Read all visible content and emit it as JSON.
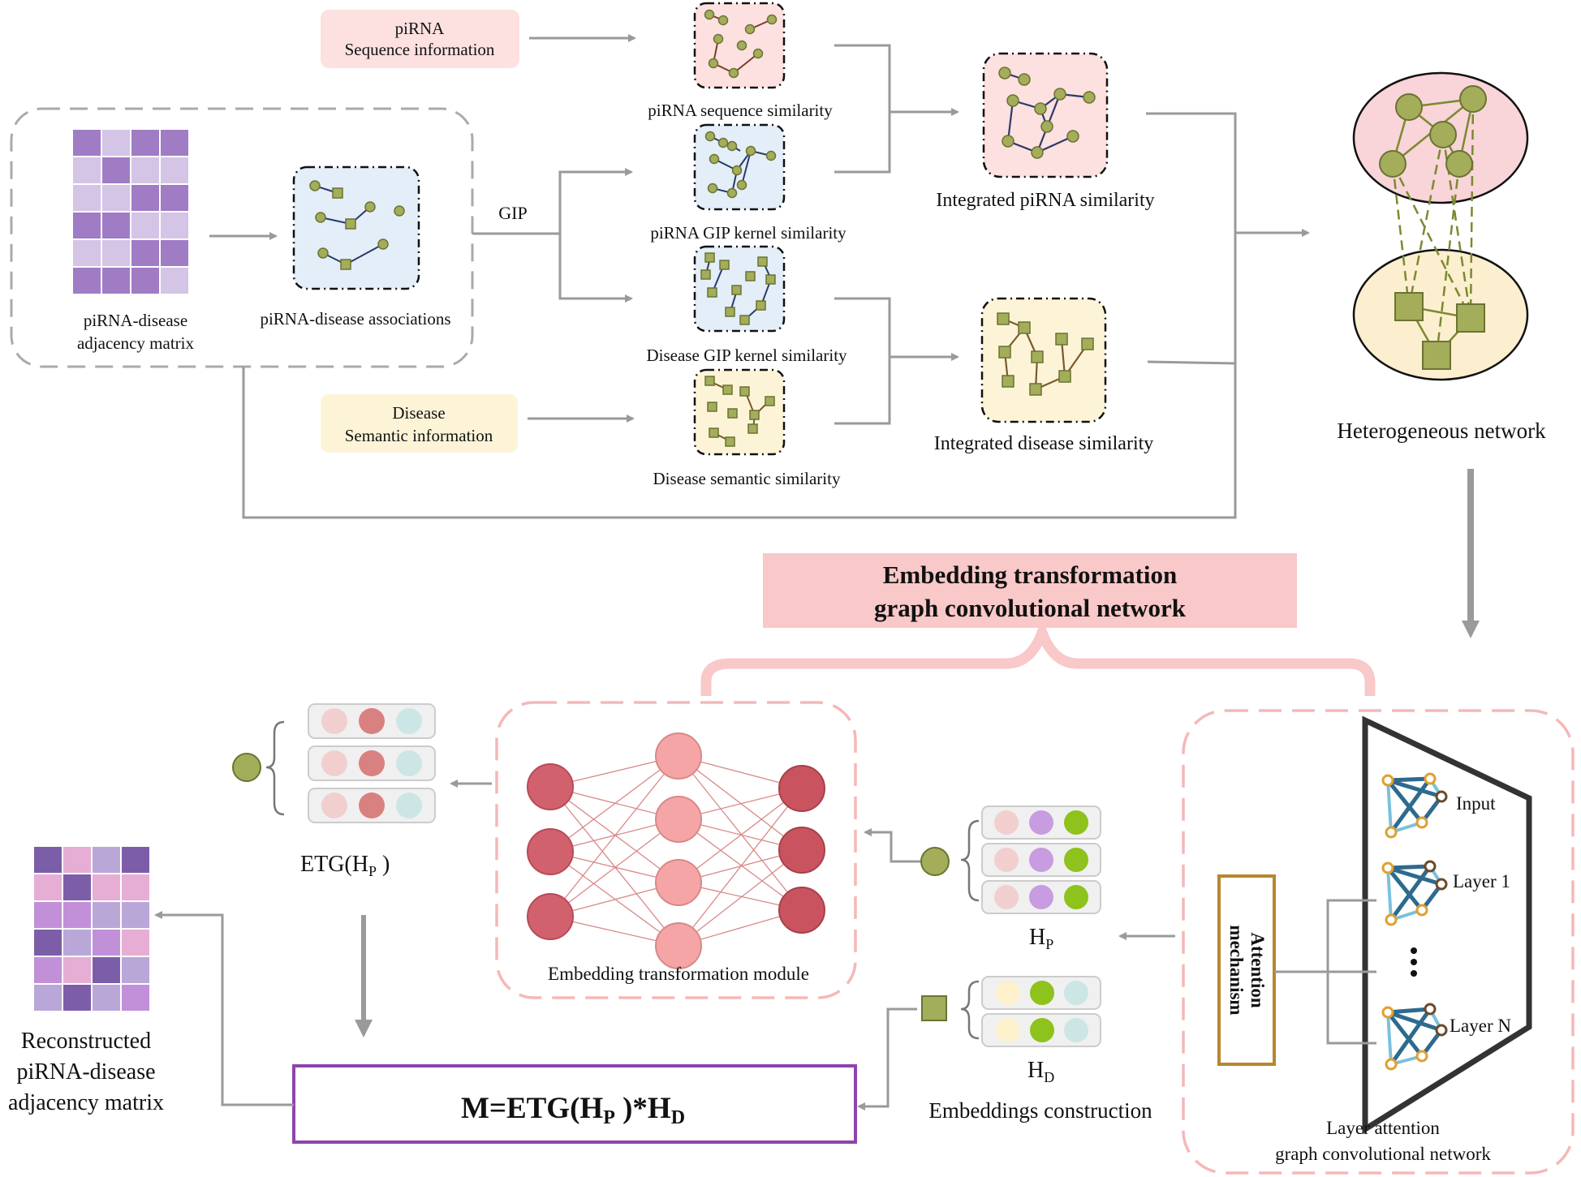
{
  "inputs": {
    "pirna_sequence_box": {
      "line1": "piRNA",
      "line2": "Sequence information"
    },
    "disease_semantic_box": {
      "line1": "Disease",
      "line2": "Semantic information"
    }
  },
  "left_group": {
    "matrix_label_1": "piRNA-disease",
    "matrix_label_2": "adjacency matrix",
    "associations_label": "piRNA-disease associations"
  },
  "gip_label": "GIP",
  "similarities": {
    "pirna_sequence": "piRNA sequence similarity",
    "pirna_gip": "piRNA GIP kernel similarity",
    "disease_gip": "Disease GIP kernel similarity",
    "disease_semantic": "Disease semantic similarity",
    "integrated_pirna": "Integrated piRNA similarity",
    "integrated_disease": "Integrated disease similarity"
  },
  "heterogeneous_network_label": "Heterogeneous network",
  "etgcn_banner": {
    "line1": "Embedding transformation",
    "line2": "graph convolutional network"
  },
  "etm_label": "Embedding transformation module",
  "etg_label": {
    "main": "ETG(H",
    "sub": "P",
    "close": " )"
  },
  "hp_label": {
    "main": "H",
    "sub": "P"
  },
  "hd_label": {
    "main": "H",
    "sub": "D"
  },
  "embeddings_construction_label": "Embeddings construction",
  "formula": {
    "a": "M=ETG(H",
    "sub1": "P",
    "b": " )*H",
    "sub2": "D"
  },
  "reconstructed_label": {
    "line1": "Reconstructed",
    "line2": "piRNA-disease",
    "line3": "adjacency matrix"
  },
  "lagcn": {
    "attention_label_1": "Attention",
    "attention_label_2": "mechanism",
    "layer_input": "Input",
    "layer_1": "Layer 1",
    "dots": "•\n•\n•",
    "layer_n": "Layer N",
    "caption_1": "Layer attention",
    "caption_2": "graph convolutional network"
  },
  "colors": {
    "pink_box": "#fde0e0",
    "blue_box": "#e3eef9",
    "yellow_box": "#fdf4d8",
    "node_green": "#a3ad5a",
    "network_pink": "#f9d4d8",
    "network_yellow": "#fcefcf",
    "banner_pink": "#f9c8c8",
    "formula_border": "#8e44ad",
    "attention_border": "#b8862e"
  }
}
